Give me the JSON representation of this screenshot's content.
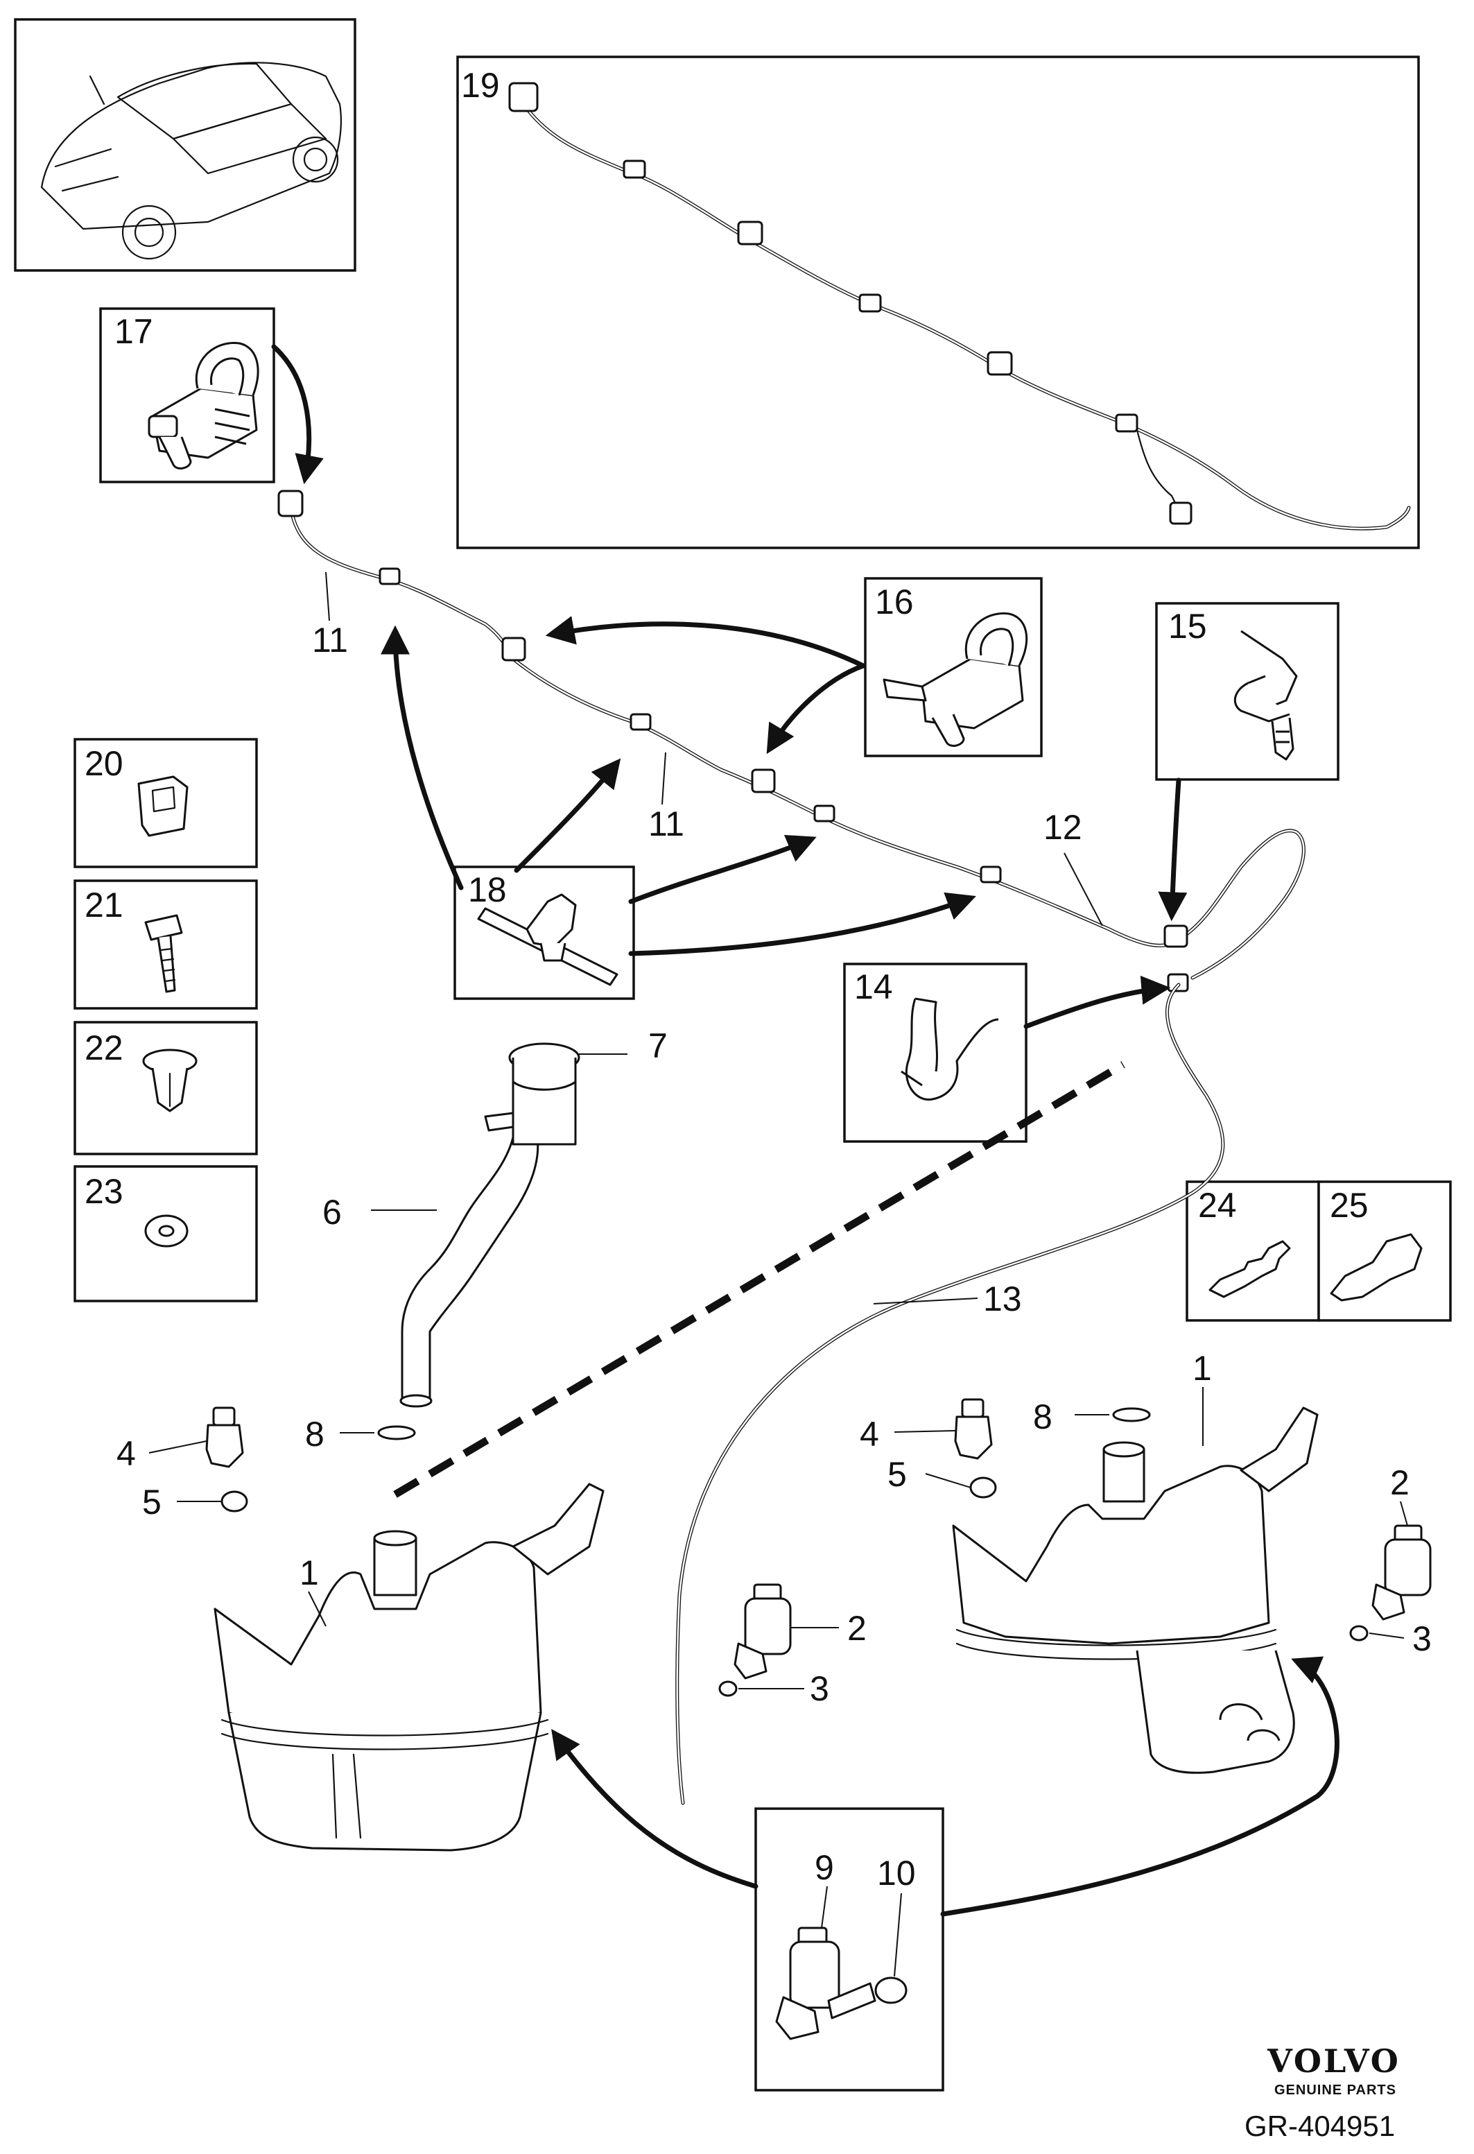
{
  "callouts": {
    "c1a": "1",
    "c1b": "1",
    "c2a": "2",
    "c2b": "2",
    "c3a": "3",
    "c3b": "3",
    "c4a": "4",
    "c4b": "4",
    "c5a": "5",
    "c5b": "5",
    "c6": "6",
    "c7": "7",
    "c8a": "8",
    "c8b": "8",
    "c9": "9",
    "c10": "10",
    "c11a": "11",
    "c11b": "11",
    "c12": "12",
    "c13": "13",
    "c14": "14",
    "c15": "15",
    "c16": "16",
    "c17": "17",
    "c18": "18",
    "c19": "19",
    "c20": "20",
    "c21": "21",
    "c22": "22",
    "c23": "23",
    "c24": "24",
    "c25": "25"
  },
  "brand": {
    "logo_text": "VOLVO",
    "logo_sub": "GENUINE PARTS"
  },
  "diagram_code": "GR-404951"
}
